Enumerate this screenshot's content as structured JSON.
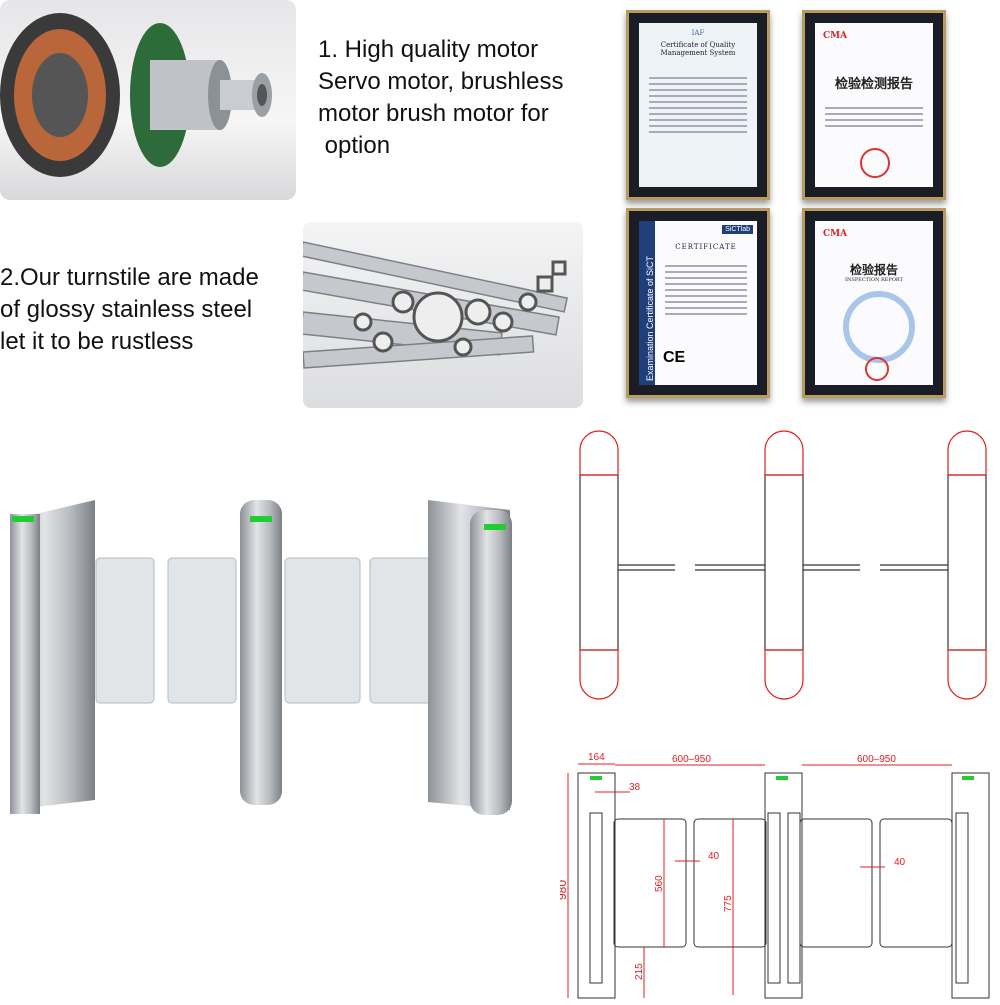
{
  "features": {
    "motor": {
      "lines": [
        "1. High quality motor",
        "Servo motor, brushless",
        "motor brush motor for",
        " option"
      ]
    },
    "steel": {
      "lines": [
        "2.Our turnstile are made",
        "of glossy stainless steel",
        "let it to be rustless"
      ]
    }
  },
  "certificates": [
    {
      "title": "Certificate of Quality Management System",
      "badge": "IAF"
    },
    {
      "title": "检验检测报告",
      "badge": "CMA"
    },
    {
      "title": "CERTIFICATE",
      "side_text": "Examination Certificate of SiCT",
      "badge": "SiCTlab",
      "mark": "CE"
    },
    {
      "title": "检验报告",
      "subtitle": "INSPECTION REPORT",
      "badge": "CMA"
    }
  ],
  "dimension_drawing": {
    "labels": {
      "post_width": "164",
      "passage_width_1": "600–950",
      "passage_width_2": "600–950",
      "offset": "38",
      "gap_1": "40",
      "gap_2": "40",
      "panel_height": "560",
      "total_panel_height": "775",
      "total_height": "980",
      "ground_clearance": "215"
    }
  },
  "colors": {
    "dimension_red": "#e02020",
    "indicator_green": "#22cc33",
    "frame_gold": "#b89b5e"
  }
}
